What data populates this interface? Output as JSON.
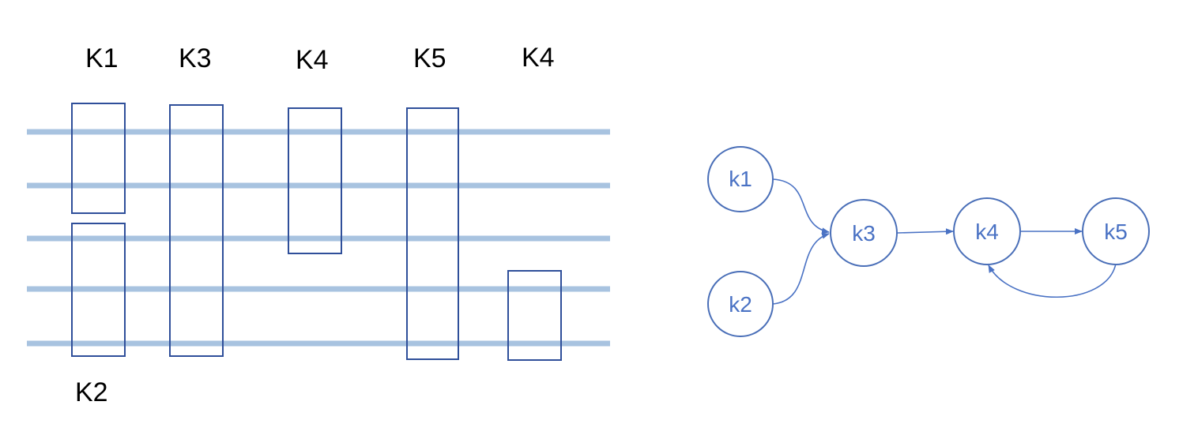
{
  "timeline": {
    "labels": {
      "k1_top": "K1",
      "k3_top": "K3",
      "k4_top": "K4",
      "k5_top": "K5",
      "k4_second_top": "K4",
      "k2_bottom": "K2"
    },
    "line_color": "#a8c3e0",
    "box_color": "#2f4f9a"
  },
  "graph": {
    "nodes": {
      "k1": "k1",
      "k2": "k2",
      "k3": "k3",
      "k4": "k4",
      "k5": "k5"
    },
    "edges": [
      {
        "from": "k1",
        "to": "k3"
      },
      {
        "from": "k2",
        "to": "k3"
      },
      {
        "from": "k3",
        "to": "k4"
      },
      {
        "from": "k4",
        "to": "k5"
      },
      {
        "from": "k5",
        "to": "k4"
      }
    ],
    "node_stroke_color": "#4a6fb8",
    "label_color": "#4a72c4"
  }
}
